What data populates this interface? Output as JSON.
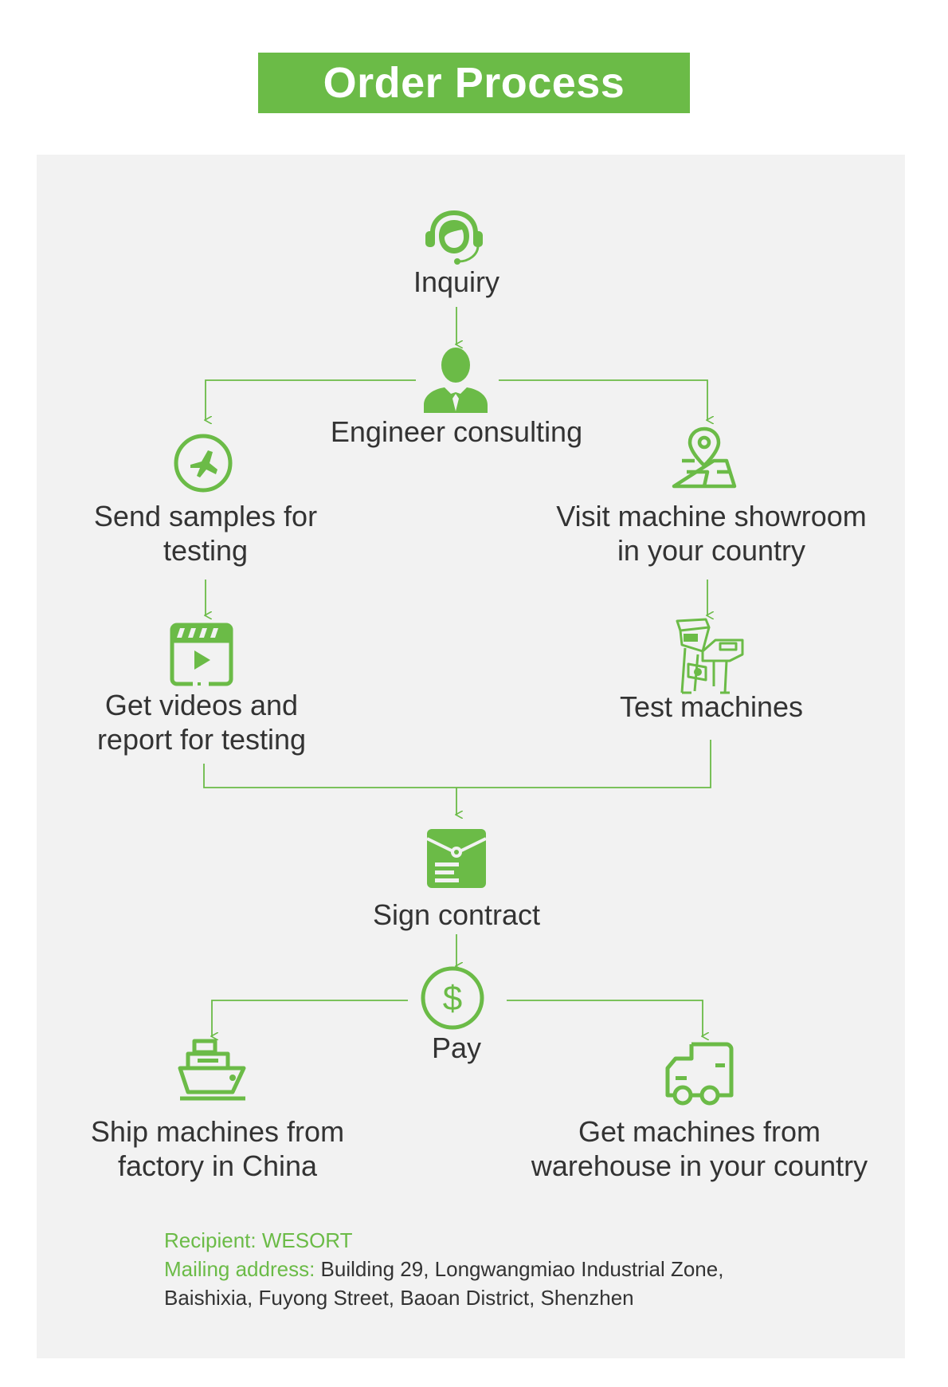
{
  "title": "Order Process",
  "steps": {
    "inquiry": "Inquiry",
    "engineer": "Engineer consulting",
    "send_samples": "Send samples for\ntesting",
    "visit_showroom": "Visit machine showroom\nin your country",
    "get_videos": "Get videos and\nreport  for testing",
    "test_machines": "Test machines",
    "sign_contract": "Sign contract",
    "pay": "Pay",
    "ship": "Ship machines from\nfactory in China",
    "get_warehouse": "Get machines from\nwarehouse in your country"
  },
  "address": {
    "recipient_label": "Recipient:",
    "recipient_value": "WESORT",
    "mailing_label": "Mailing address:",
    "mailing_line1": "Building 29, Longwangmiao Industrial Zone,",
    "mailing_line2": "Baishixia, Fuyong Street, Baoan District, Shenzhen"
  },
  "colors": {
    "accent": "#6bbb47",
    "panel": "#f2f2f2",
    "text": "#333333"
  },
  "icons": {
    "inquiry": "headset-agent-icon",
    "engineer": "engineer-person-icon",
    "send_samples": "airplane-circle-icon",
    "visit_showroom": "map-pin-icon",
    "get_videos": "video-clapper-icon",
    "test_machines": "sorting-machine-icon",
    "sign_contract": "contract-envelope-icon",
    "pay": "dollar-circle-icon",
    "ship": "ship-icon",
    "get_warehouse": "truck-icon"
  }
}
